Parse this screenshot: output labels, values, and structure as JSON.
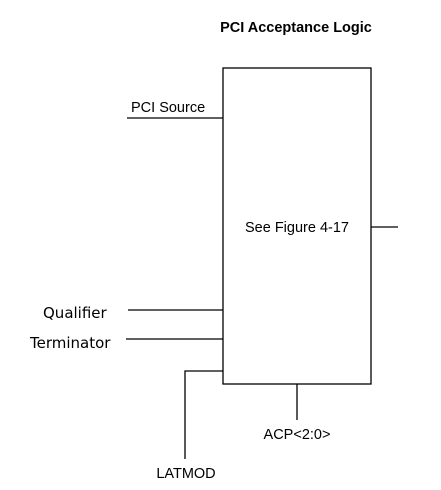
{
  "title": "PCI Acceptance Logic",
  "block": {
    "label": "See Figure 4-17"
  },
  "inputs": {
    "pci_source": "PCI Source",
    "qualifier": "Qualifier",
    "terminator": "Terminator",
    "latmod": "LATMOD"
  },
  "outputs": {
    "acp": "ACP<2:0>"
  }
}
